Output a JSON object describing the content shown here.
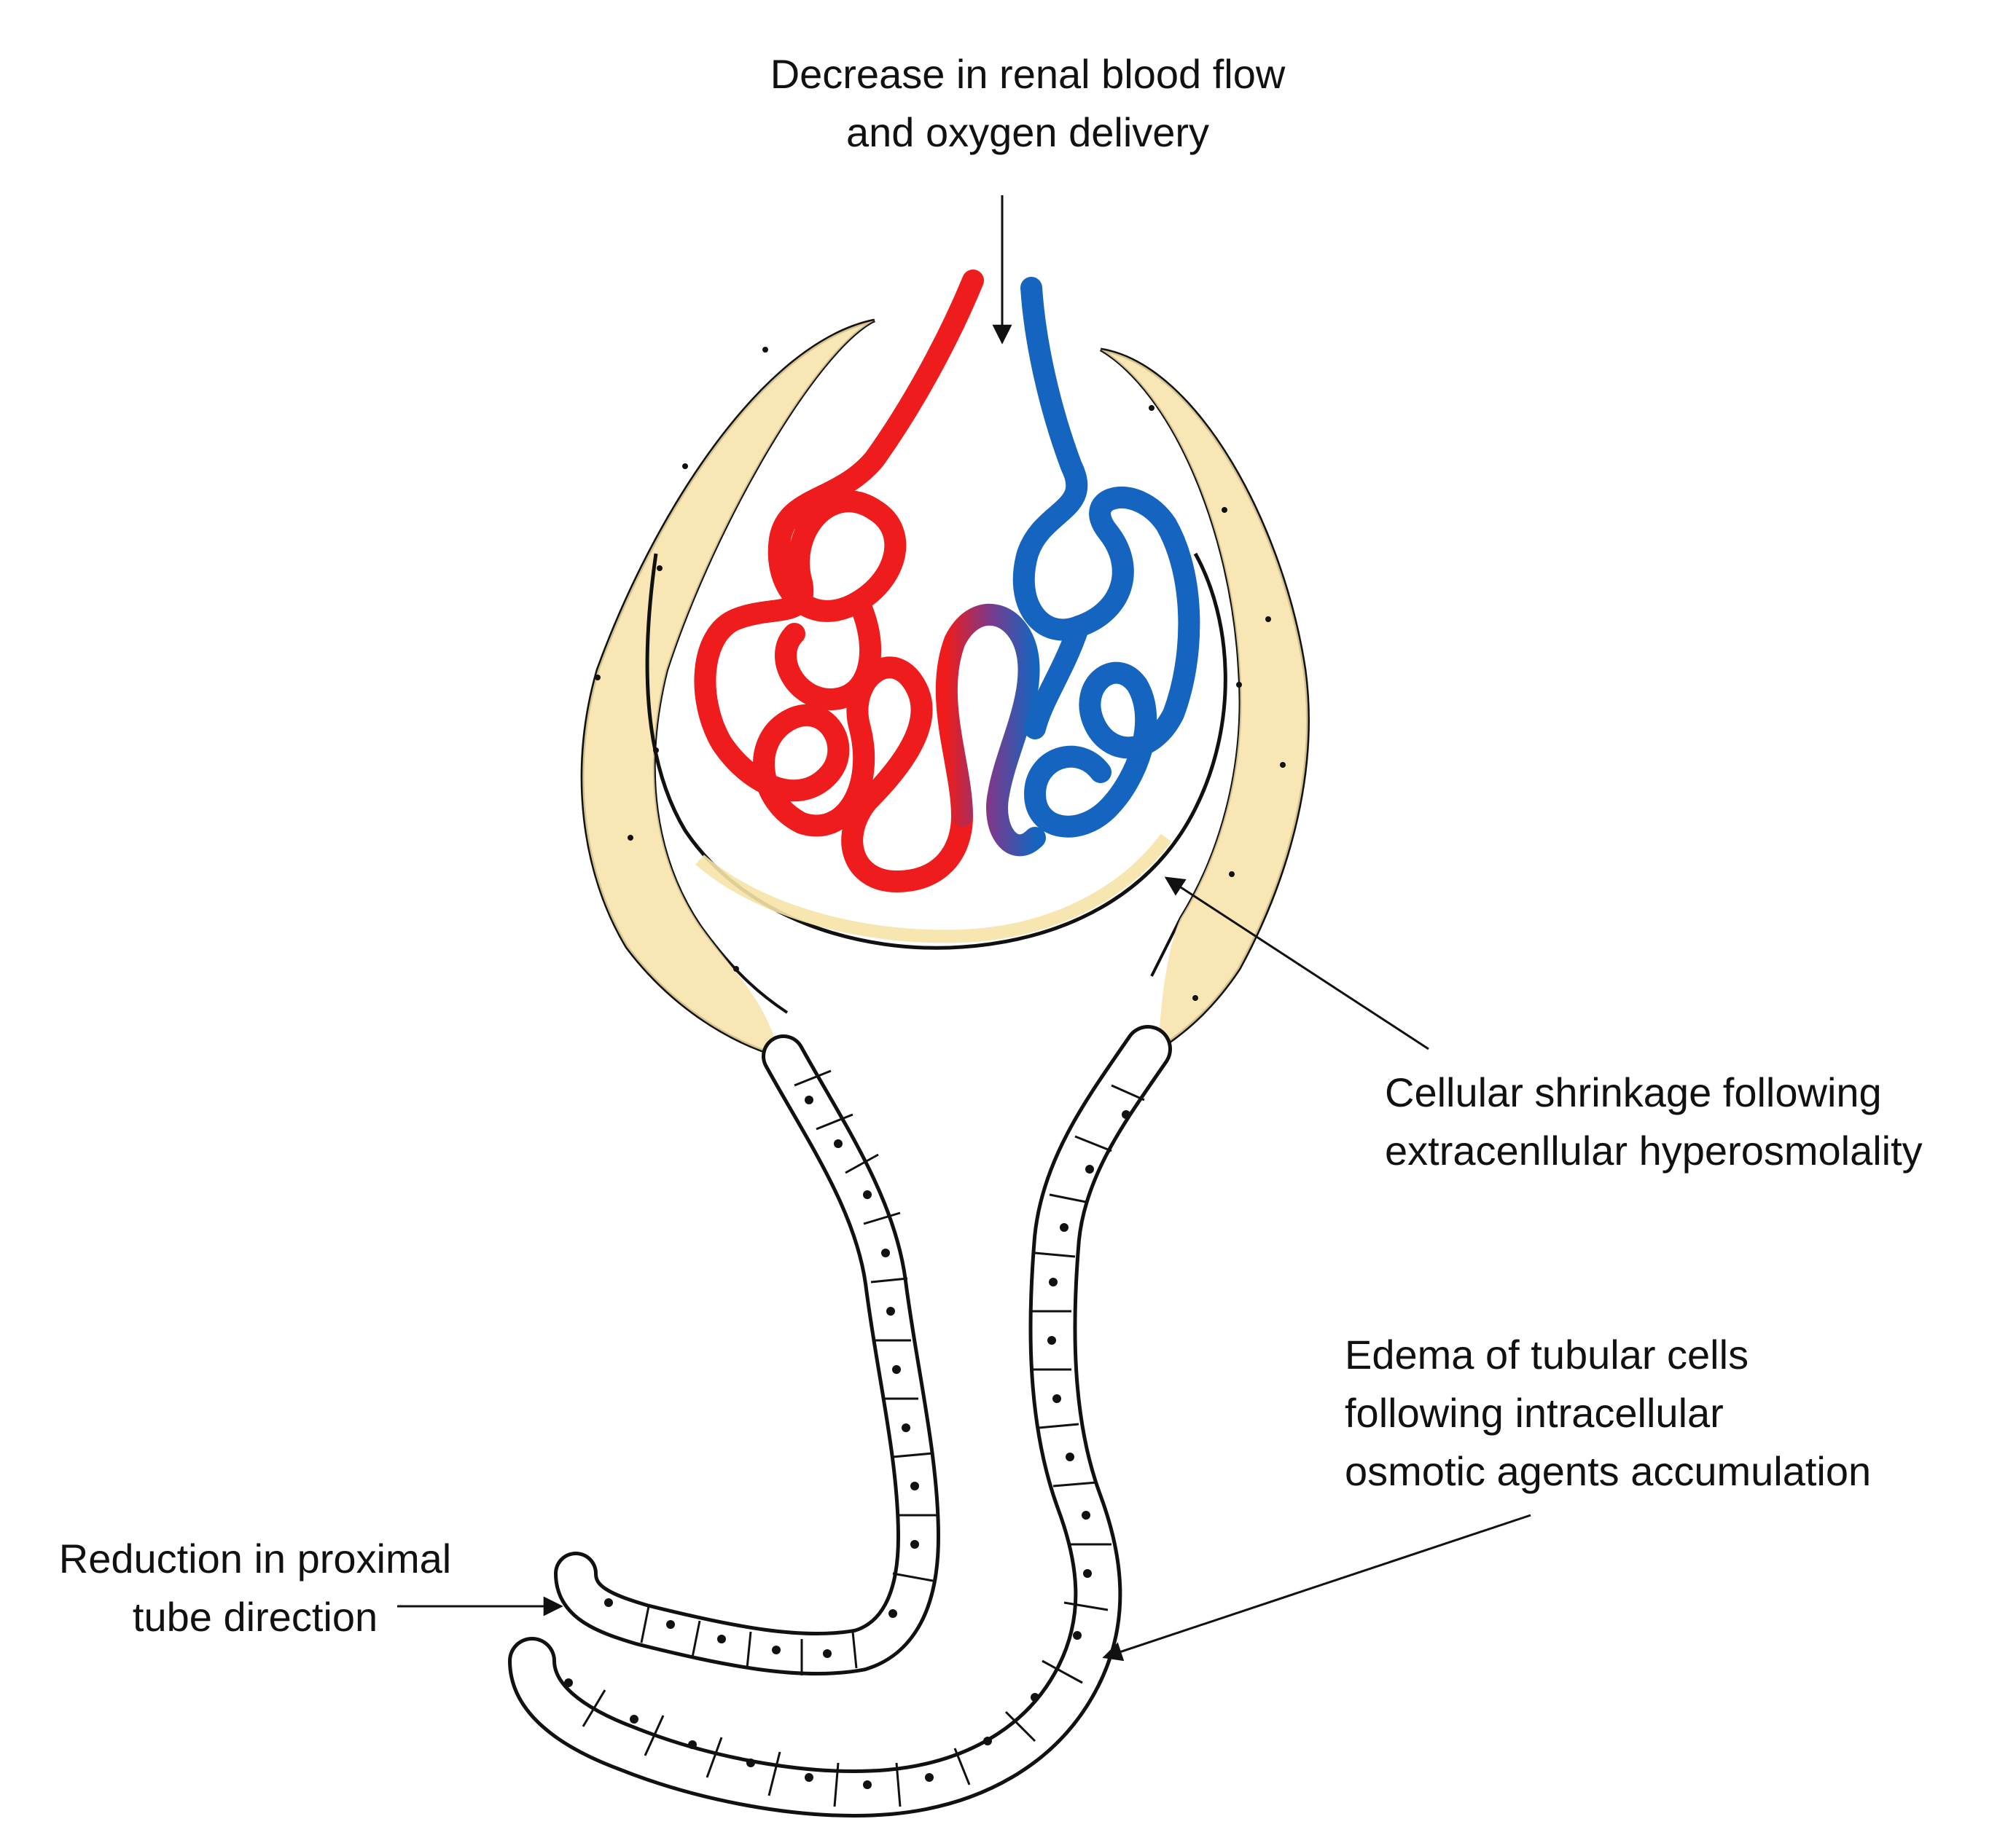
{
  "labels": {
    "blood_flow": {
      "line1": "Decrease in renal blood flow",
      "line2": "and oxygen delivery"
    },
    "shrinkage": {
      "line1": "Cellular shrinkage following",
      "line2": "extracenllular hyperosmolality"
    },
    "edema": {
      "line1": "Edema of tubular cells",
      "line2": "following intracellular",
      "line3": "osmotic agents accumulation"
    },
    "reduction": {
      "line1": "Reduction in proximal",
      "line2": "tube direction"
    }
  },
  "colors": {
    "afferent_red": "#ee1c1c",
    "efferent_blue": "#1565c0",
    "mixing_purple": "#7a3a8c",
    "capsule_fill": "#f7e3a8",
    "outline": "#111111"
  }
}
